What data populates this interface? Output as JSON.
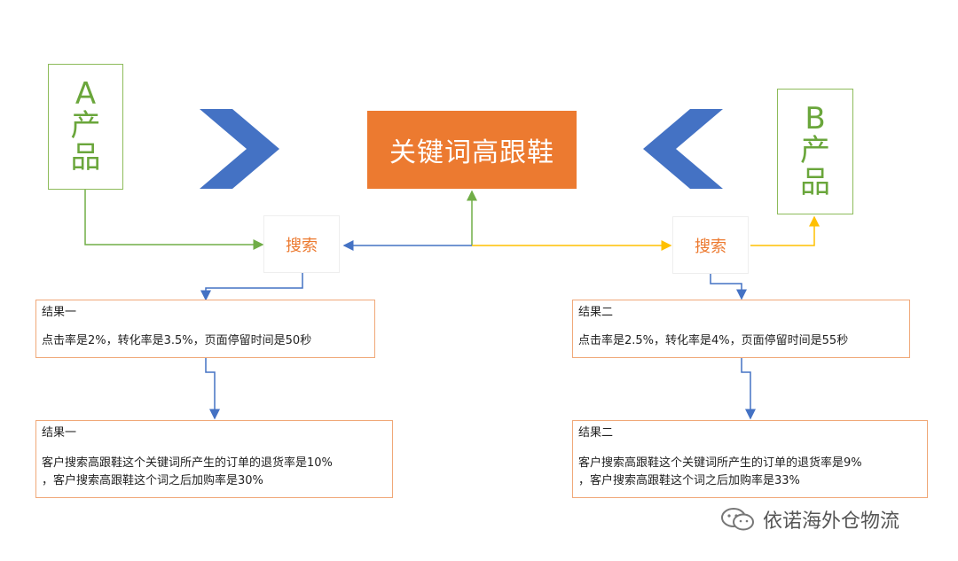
{
  "product_a": {
    "letter": "A",
    "char1": "产",
    "char2": "品"
  },
  "product_b": {
    "letter": "B",
    "char1": "产",
    "char2": "品"
  },
  "keyword_box": {
    "label": "关键词高跟鞋"
  },
  "search_left": {
    "label": "搜索"
  },
  "search_right": {
    "label": "搜索"
  },
  "result_left_1": {
    "title": "结果一",
    "line1": "点击率是2%，转化率是3.5%，页面停留时间是50秒"
  },
  "result_right_1": {
    "title": "结果二",
    "line1": "点击率是2.5%，转化率是4%，页面停留时间是55秒"
  },
  "result_left_2": {
    "title": "结果一",
    "line1": "客户搜索高跟鞋这个关键词所产生的订单的退货率是10%",
    "line2": "，客户搜索高跟鞋这个词之后加购率是30%"
  },
  "result_right_2": {
    "title": "结果二",
    "line1": "客户搜索高跟鞋这个关键词所产生的订单的退货率是9%",
    "line2": "，客户搜索高跟鞋这个词之后加购率是33%"
  },
  "watermark": {
    "text": "依诺海外仓物流",
    "icon": "wechat-icon"
  },
  "colors": {
    "green": "#6aa63b",
    "orange": "#ec7a30",
    "blue": "#4472c4",
    "yellow": "#ffc000"
  }
}
